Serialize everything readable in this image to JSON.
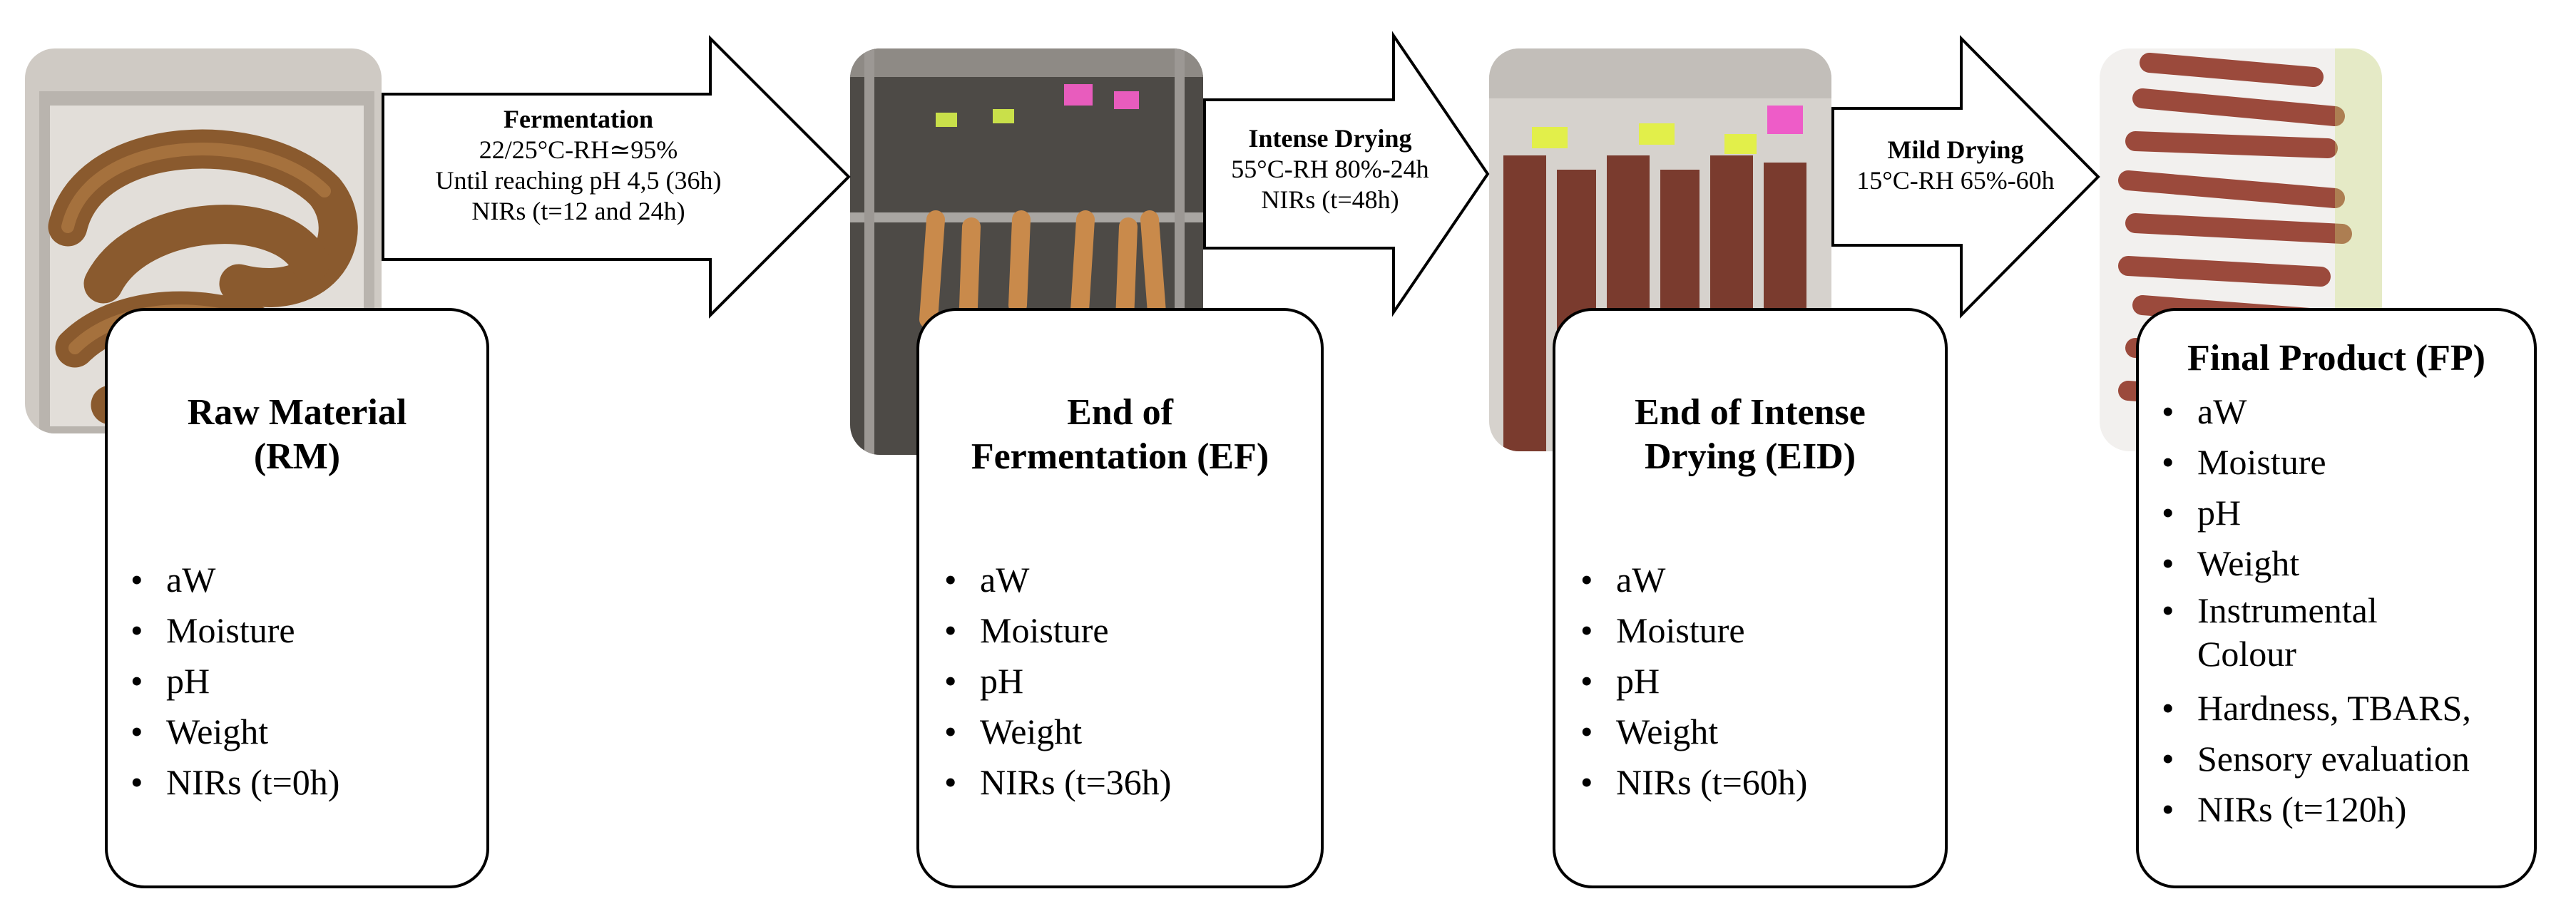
{
  "arrows": [
    {
      "title": "Fermentation",
      "lines": [
        "22/25°C-RH≃95%",
        "Until reaching pH 4,5 (36h)",
        "NIRs (t=12 and 24h)"
      ]
    },
    {
      "title": "Intense Drying",
      "lines": [
        "55°C-RH 80%-24h",
        "NIRs (t=48h)"
      ]
    },
    {
      "title": "Mild Drying",
      "lines": [
        "15°C-RH 65%-60h"
      ]
    }
  ],
  "stages": [
    {
      "title_lines": [
        "Raw Material",
        "(RM)"
      ],
      "items": [
        "aW",
        "Moisture",
        "pH",
        "Weight",
        "NIRs (t=0h)"
      ]
    },
    {
      "title_lines": [
        "End of",
        "Fermentation (EF)"
      ],
      "items": [
        "aW",
        "Moisture",
        "pH",
        "Weight",
        "NIRs (t=36h)"
      ]
    },
    {
      "title_lines": [
        "End of Intense",
        "Drying (EID)"
      ],
      "items": [
        "aW",
        "Moisture",
        "pH",
        "Weight",
        "NIRs (t=60h)"
      ]
    },
    {
      "title_lines": [
        "Final Product (FP)"
      ],
      "items": [
        "aW",
        "Moisture",
        "pH",
        "Weight",
        "Instrumental Colour",
        "Hardness, TBARS,",
        "Sensory evaluation",
        "NIRs (t=120h)"
      ]
    }
  ]
}
